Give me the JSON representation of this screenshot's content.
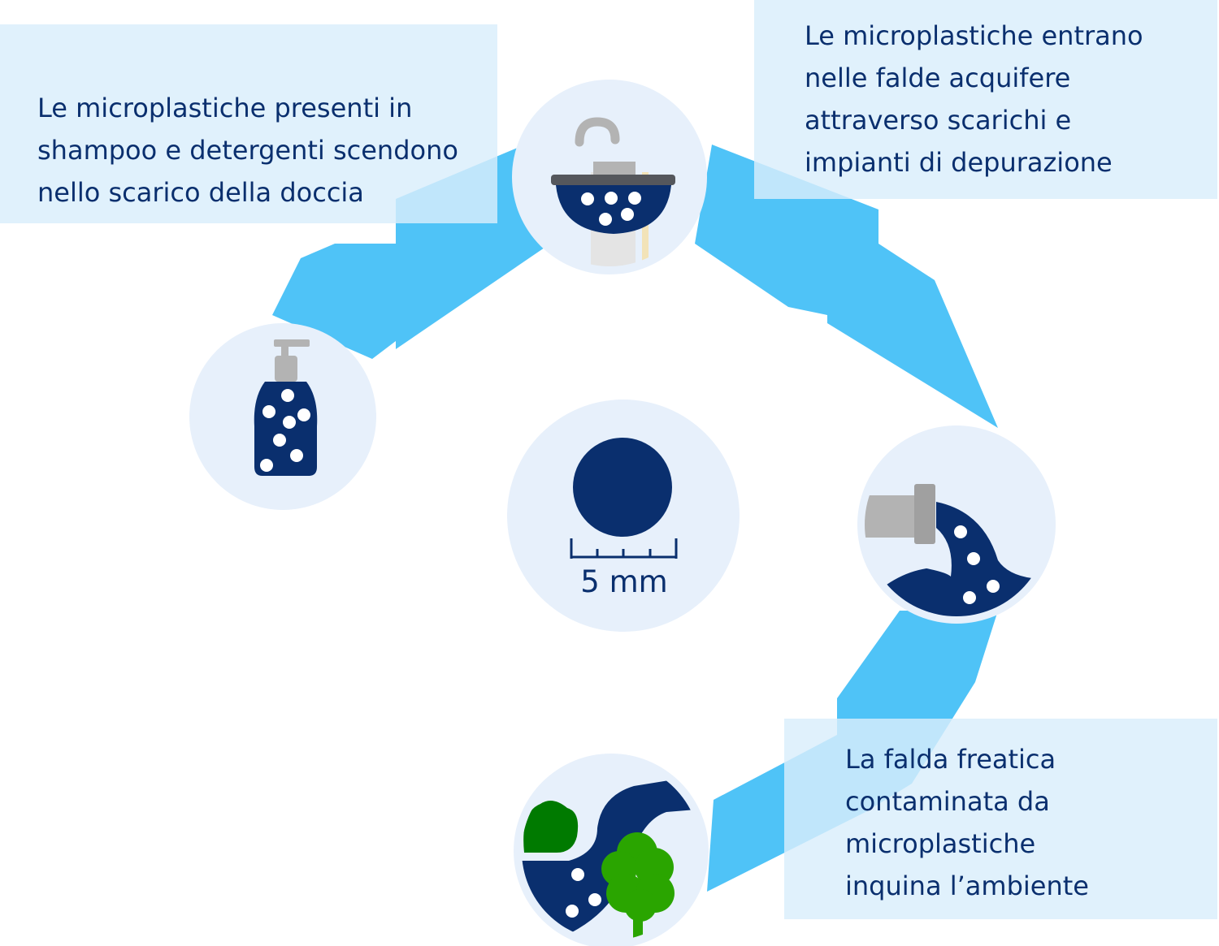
{
  "colors": {
    "arrow": "#4fc3f7",
    "circle_bg": "#e7f0fb",
    "navy": "#0a2f6e",
    "box_bg": "#d9eefb",
    "gray": "#b3b3b3",
    "green_dark": "#007a00",
    "green_light": "#2aa500"
  },
  "steps": [
    {
      "icon": "shampoo-bottle-icon",
      "lines": [
        "Le microplastiche presenti in",
        "shampoo e detergenti scendono",
        "nello scarico della doccia"
      ]
    },
    {
      "icon": "shower-drain-icon",
      "lines": [
        "Le microplastiche entrano",
        "nelle falde acquifere",
        "attraverso scarichi e",
        "impianti di depurazione"
      ]
    },
    {
      "icon": "wastewater-pipe-icon",
      "lines": []
    },
    {
      "icon": "contaminated-landscape-icon",
      "lines": [
        "La falda freatica",
        "contaminata da",
        "microplastiche",
        "inquina l’ambiente"
      ]
    }
  ],
  "center": {
    "icon": "microplastic-particle-icon",
    "scale_label": "5 mm"
  }
}
